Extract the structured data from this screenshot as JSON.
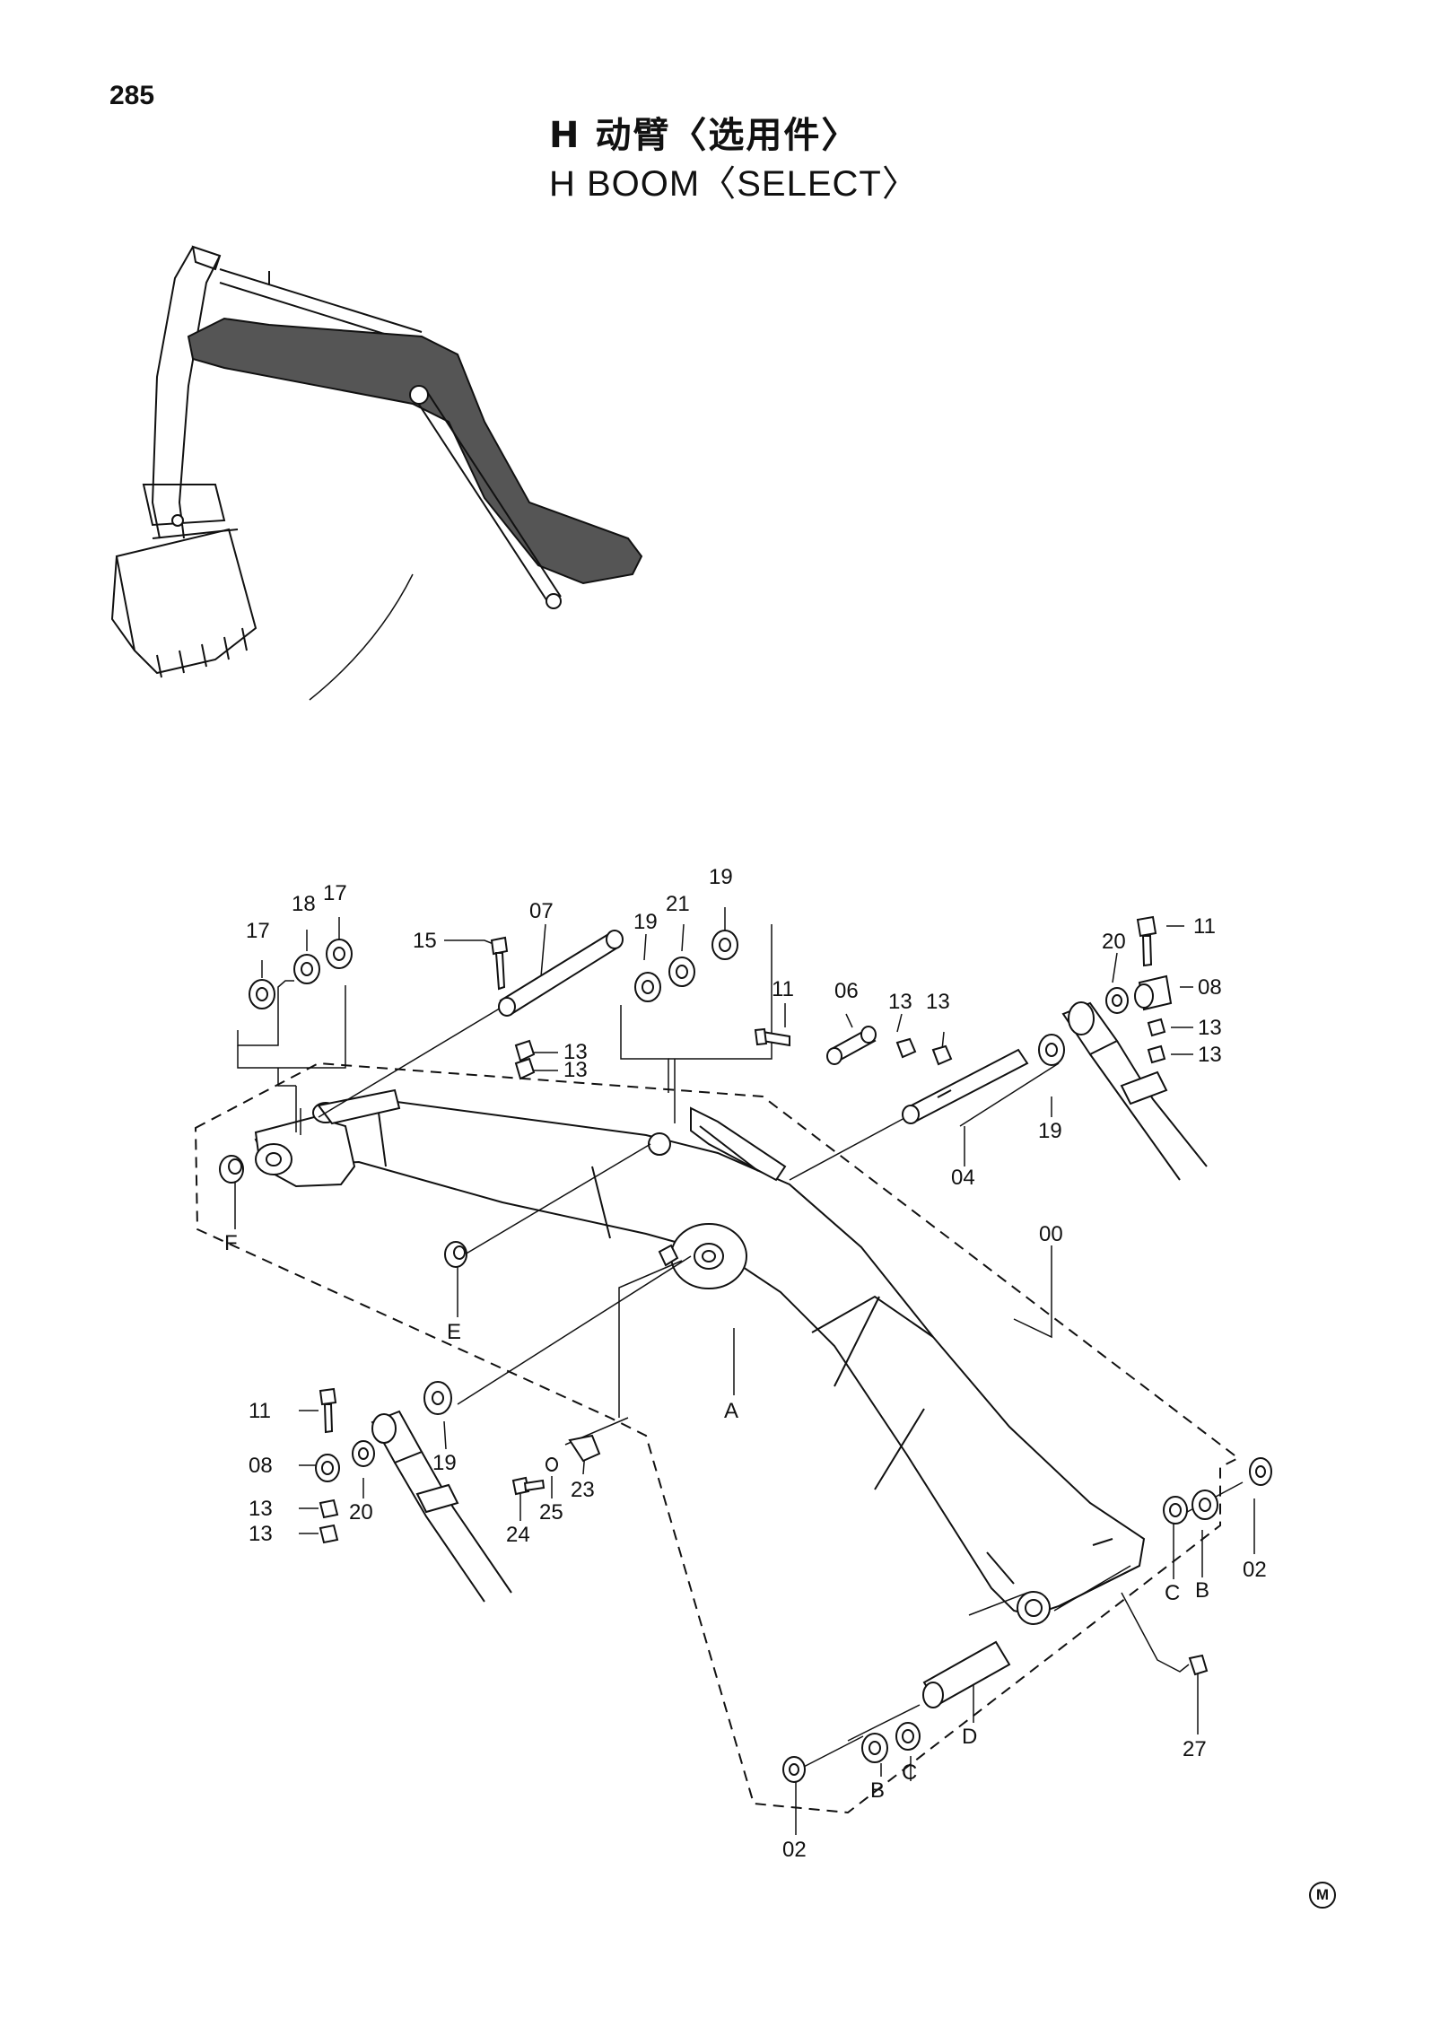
{
  "page_number": "285",
  "title_cn": "H  动臂〈选用件〉",
  "title_en": "H  BOOM〈SELECT〉",
  "corner_mark": "M",
  "callouts": {
    "c17a": "17",
    "c18": "18",
    "c17b": "17",
    "c15": "15",
    "c07": "07",
    "c13a": "13",
    "c13b": "13",
    "c19a": "19",
    "c21": "21",
    "c19b": "19",
    "c11a": "11",
    "c06": "06",
    "c13c": "13",
    "c13d": "13",
    "c20a": "20",
    "c11b": "11",
    "c08a": "08",
    "c13e": "13",
    "c13f": "13",
    "c19c": "19",
    "c04": "04",
    "c00": "00",
    "cF": "F",
    "cE": "E",
    "cA": "A",
    "c11c": "11",
    "c08b": "08",
    "c13g": "13",
    "c13h": "13",
    "c20b": "20",
    "c19d": "19",
    "c24": "24",
    "c25": "25",
    "c23": "23",
    "c02a": "02",
    "cCa": "C",
    "cBa": "B",
    "cD": "D",
    "cBb": "B",
    "cCb": "C",
    "c02b": "02",
    "c27": "27"
  }
}
